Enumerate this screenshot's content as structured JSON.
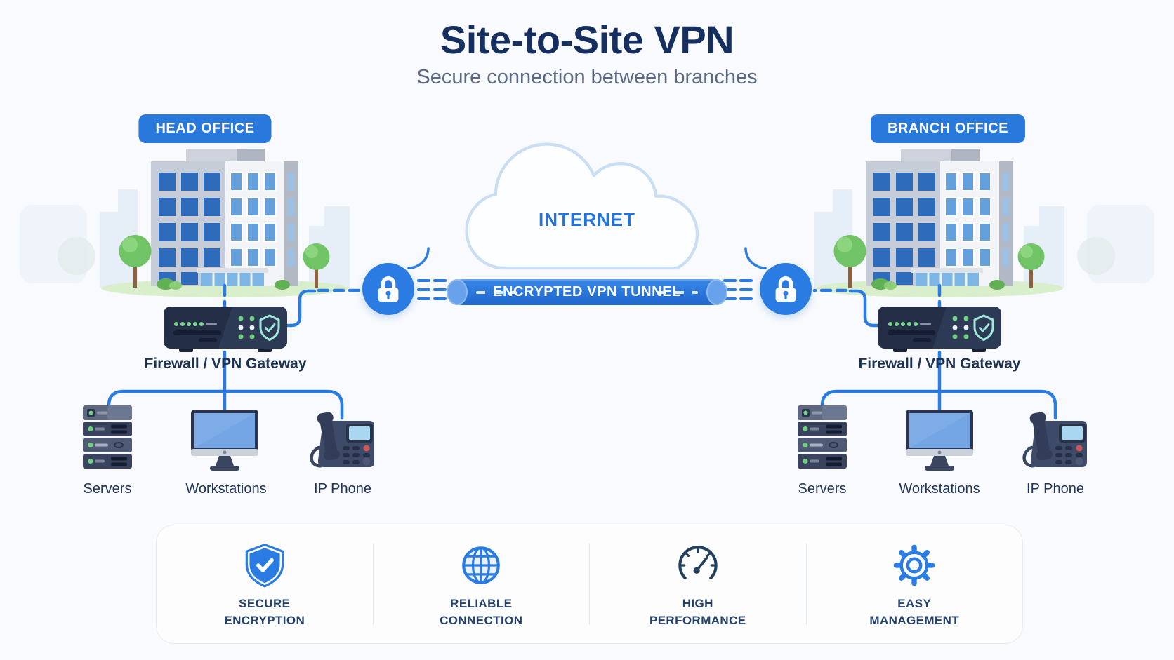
{
  "title": "Site-to-Site VPN",
  "subtitle": "Secure connection between branches",
  "sites": {
    "left": {
      "badge": "HEAD OFFICE",
      "gateway_label": "Firewall / VPN Gateway",
      "devices": [
        {
          "icon": "server-rack-icon",
          "label": "Servers"
        },
        {
          "icon": "workstation-icon",
          "label": "Workstations"
        },
        {
          "icon": "ip-phone-icon",
          "label": "IP Phone"
        }
      ]
    },
    "right": {
      "badge": "BRANCH OFFICE",
      "gateway_label": "Firewall / VPN Gateway",
      "devices": [
        {
          "icon": "server-rack-icon",
          "label": "Servers"
        },
        {
          "icon": "workstation-icon",
          "label": "Workstations"
        },
        {
          "icon": "ip-phone-icon",
          "label": "IP Phone"
        }
      ]
    }
  },
  "network": {
    "cloud_label": "INTERNET",
    "tunnel_label": "ENCRYPTED VPN TUNNEL",
    "lock_icon": "padlock-icon"
  },
  "features": [
    {
      "icon": "shield-check-icon",
      "line1": "SECURE",
      "line2": "ENCRYPTION"
    },
    {
      "icon": "globe-icon",
      "line1": "RELIABLE",
      "line2": "CONNECTION"
    },
    {
      "icon": "speedometer-icon",
      "line1": "HIGH",
      "line2": "PERFORMANCE"
    },
    {
      "icon": "gear-icon",
      "line1": "EASY",
      "line2": "MANAGEMENT"
    }
  ],
  "colors": {
    "background": "#f8fafd",
    "accent_blue": "#2b7ce2",
    "badge_blue": "#2979dd",
    "title_navy": "#152f5e",
    "label_navy": "#1d3150",
    "subtitle_gray": "#5b6a84",
    "tunnel_blue": "#2268cf",
    "shield_mint": "#9fe9db",
    "device_dark": "#242f47"
  }
}
